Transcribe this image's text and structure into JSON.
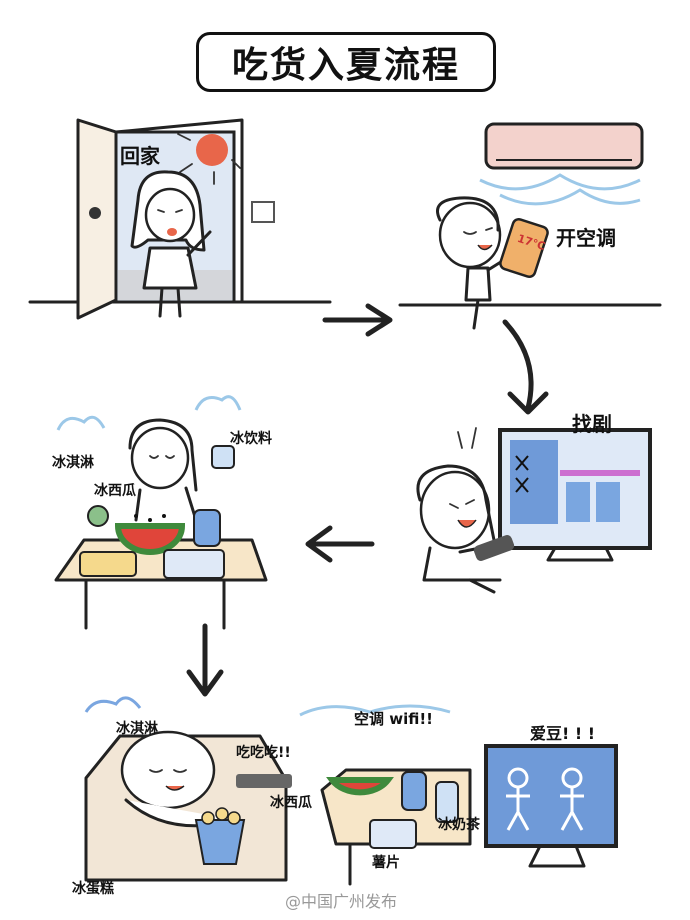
{
  "title": "吃货入夏流程",
  "scenes": {
    "home": {
      "label": "回家"
    },
    "ac": {
      "label": "开空调",
      "remote_text": "17℃"
    },
    "drama": {
      "label": "找剧"
    },
    "snacks": {
      "ice_cream": "冰淇淋",
      "watermelon": "冰西瓜",
      "cold_drink": "冰饮料"
    },
    "final": {
      "ice_cream": "冰淇淋",
      "eating": "吃吃吃!!",
      "ac_wifi": "空调 wifi!!",
      "idol": "爱豆! ! !",
      "watermelon": "冰西瓜",
      "milk_tea": "冰奶茶",
      "chips": "薯片",
      "ice_cake": "冰蛋糕"
    }
  },
  "watermark": "@中国广州发布",
  "colors": {
    "ink": "#222222",
    "blue": "#5a8fd8",
    "watermelon_red": "#e0453a",
    "watermelon_green": "#3f8a3c",
    "sun": "#e8664a",
    "cream": "#f5d98c"
  }
}
